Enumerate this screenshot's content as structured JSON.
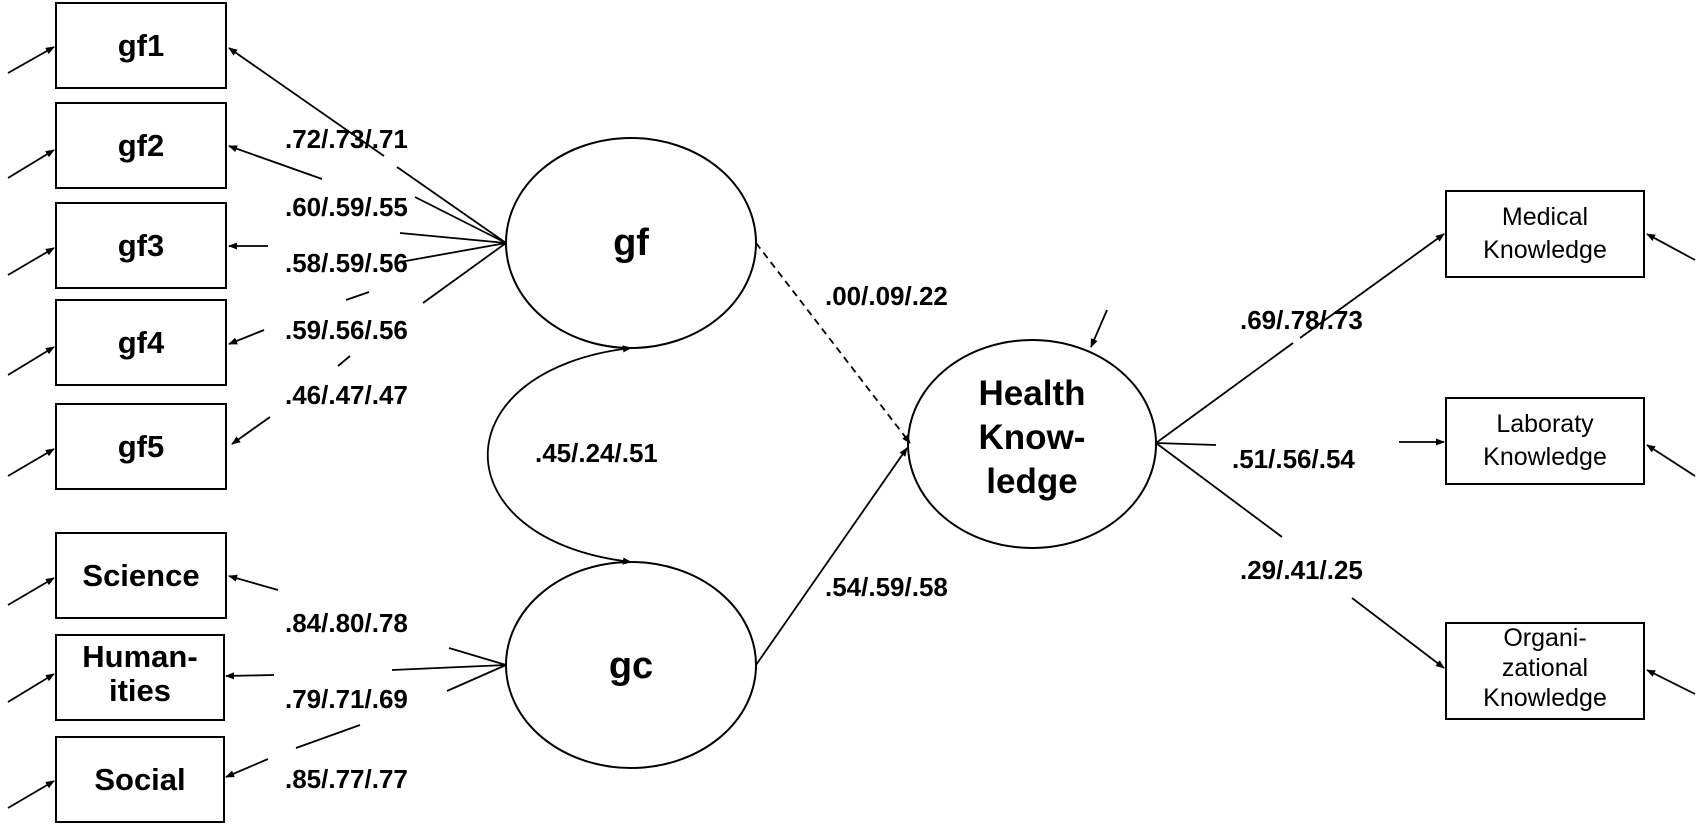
{
  "indicators_gf": [
    "gf1",
    "gf2",
    "gf3",
    "gf4",
    "gf5"
  ],
  "indicators_gc": [
    "Science",
    "Human-|ities",
    "Social"
  ],
  "outcomes": [
    "Medical|Knowledge",
    "Laboraty|Knowledge",
    "Organi-|zational|Knowledge"
  ],
  "latents": {
    "gf": "gf",
    "gc": "gc",
    "health": "Health|Know-|ledge"
  },
  "loadings_gf": [
    ".72/.73/.71",
    ".60/.59/.55",
    ".58/.59/.56",
    ".59/.56/.56",
    ".46/.47/.47"
  ],
  "loadings_gc": [
    ".84/.80/.78",
    ".79/.71/.69",
    ".85/.77/.77"
  ],
  "loadings_outcomes": [
    ".69/.78/.73",
    ".51/.56/.54",
    ".29/.41/.25"
  ],
  "paths": {
    "gf_health": ".00/.09/.22",
    "gc_health": ".54/.59/.58",
    "gf_gc_corr": ".45/.24/.51"
  }
}
